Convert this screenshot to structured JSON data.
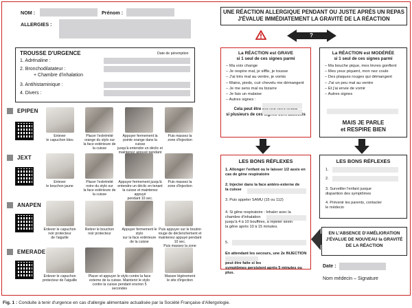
{
  "header": {
    "nom": "NOM :",
    "prenom": "Prénom :",
    "allergies": "ALLERGIES :"
  },
  "trousse": {
    "title": "TROUSSE D'URGENCE",
    "peremption": "Date de péremption",
    "items": [
      "1. Adrénaline :",
      "2. Bronchodilatateur :",
      "+ Chambre d'inhalation",
      "3. Antihistaminique :",
      "4. Divers :"
    ]
  },
  "devices": [
    {
      "name": "EPIPEN",
      "steps": [
        "Enlever\nle capuchon bleu",
        "Placer l'extrémité\norange du stylo sur\nla face extérieure de\nla cuisse",
        "Appuyer fermement la\npointe orange dans la cuisse\njusqu'à entendre un déclic et\nmaintenez appuyé pendant 10 sec.",
        "Puis massez la\nzone d'injection"
      ]
    },
    {
      "name": "JEXT",
      "steps": [
        "Enlever\nle bouchon jaune",
        "Placer l'extrémité\nnoire du stylo sur\nla face extérieure de\nla cuisse",
        "Appuyer fermement jusqu'à\nentendre un déclic en tenant\nla cuisse et maintenez appuyé\npendant 10 sec.",
        "Puis massez la\nzone d'injection"
      ]
    },
    {
      "name": "ANAPEN",
      "steps": [
        "Enlever le capuchon\nnoir protecteur\nde l'aiguille",
        "Retirer le bouchon\nnoir protecteur",
        "Appuyer fermement le stylo\nsur la face extérieure\nde la cuisse",
        "Puis appuyer sur le bouton\nrouge de déclenchement et\nmaintenez appuyé pendant 10 sec.\nPuis massez la zone d'injection"
      ]
    },
    {
      "name": "EMERADE",
      "steps": [
        "Enlever le capuchon\nprotecteur de l'aiguille",
        "Placer et appuyer le stylo contre la face\nexterne de la cuisse. Maintenir le stylo\ncontre la cuisse pendant environ 5 secondes",
        "",
        "Masser légèrement\nle site d'injection"
      ]
    }
  ],
  "right": {
    "headline": "UNE RÉACTION ALLERGIQUE PENDANT OU JUSTE APRÈS UN REPAS\nJ'ÉVALUE IMMÉDIATEMENT LA GRAVITÉ DE LA RÉACTION",
    "question": "?",
    "grave": {
      "title_line1": "La RÉACTION est GRAVE",
      "title_line2": "si 1 seul de ces signes parmi",
      "items": [
        "– Ma voix change",
        "– Je respire mal, je siffle, je tousse",
        "– J'ai très mal au ventre, je vomis",
        "– Mains, pieds, cuir chevelu me démangent",
        "– Je me sens mal ou bizarre",
        "– Je fais un malaise",
        "– Autres signes :"
      ],
      "note": "Cela peut être encore plus grave\nsi plusieurs de ces signes sont associés"
    },
    "moderee": {
      "title_line1": "La RÉACTION est MODÉRÉE",
      "title_line2": "si 1 seul de ces signes parmi",
      "items": [
        "– Ma bouche pique, mes lèvres gonflent",
        "– Mes yeux piquent, mon nez coule",
        "– Des plaques rouges qui démangent",
        "– J'ai un peu mal au ventre",
        "– Et j'ai envie de vomir",
        "– Autres signes"
      ],
      "note_line1": "MAIS JE PARLE",
      "note_line2": "et RESPIRE BIEN"
    },
    "reflexes_grave": {
      "title": "LES BONS RÉFLEXES",
      "steps": [
        "1. Allonger l'enfant ou le laisser 1/2 assis en\ncas de gêne respiratoire",
        "2. Injecter dans la face antéro-externe de\nla cuisse",
        "3. Puis appeler SAMU (15 ou 112)",
        "4. Si gêne respiratoire : Inhaler avec la\nchambre d'inhalation\njusqu'à 4 à 10 bouffées, à répéter selon\nla gêne après 10 à 15 minutes.",
        "5.",
        "En attendant les secours, une 2e INJECTION de\npeut être faite si les\nsymptômes persistent après 5 minutes ou plus."
      ]
    },
    "reflexes_moderee": {
      "title": "LES BONS RÉFLEXES",
      "steps": [
        "1.",
        "2.",
        "3. Surveiller l'enfant jusque\ndisparition des symptômes",
        "4. Prévenir les parents, contacter\nle médecin"
      ]
    },
    "absence": "EN L'ABSENCE D'AMÉLIORATION\nJ'ÉVALUE DE NOUVEAU la GRAVITÉ\nDE LA RÉACTION",
    "date_label": "Date :",
    "signature": "Nom médecin – Signature"
  },
  "caption": {
    "label": "Fig. 1 :",
    "text": "Conduite à tenir d'urgence en cas d'allergie alimentaire actualisée par la Société Française d'Allergologie."
  },
  "colors": {
    "red": "#cc2222",
    "redbox": "#fbe9e6",
    "redbar": "#e3e3e3",
    "dark": "#1a1a1a",
    "arrow": "#333333"
  }
}
